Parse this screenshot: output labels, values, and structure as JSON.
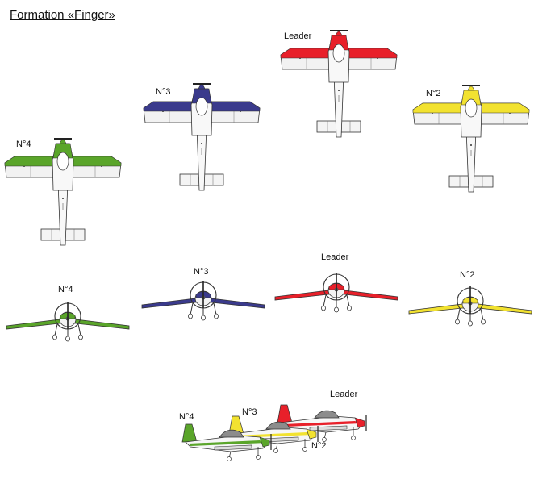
{
  "title": "Formation «Finger»",
  "labels": {
    "leader": "Leader",
    "no2": "N°2",
    "no3": "N°3",
    "no4": "N°4"
  },
  "colors": {
    "leader": "#e8202a",
    "no2": "#f2e230",
    "no3": "#3a3a8c",
    "no4": "#5aa52a",
    "outline": "#333333",
    "body": "#f2f2f2"
  },
  "views": [
    "top-view",
    "front-view",
    "side-view"
  ]
}
